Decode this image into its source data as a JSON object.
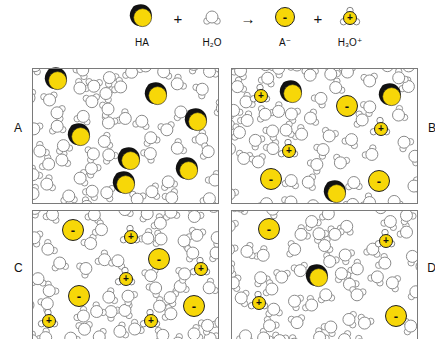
{
  "diagram": {
    "nodes": [
      {
        "text": [
          "-"
        ]
      },
      {
        "text": [
          "+"
        ]
      },
      {
        "text": [
          "A"
        ]
      },
      {
        "text": [
          "B"
        ]
      },
      {
        "text": [
          "C"
        ]
      },
      {
        "text": [
          "D"
        ]
      },
      {
        "text": [
          "+"
        ],
        "in": 3
      },
      {
        "text": [
          "-"
        ],
        "in": 3
      },
      {
        "text": [
          "+"
        ],
        "in": 3
      },
      {
        "text": [
          "+"
        ],
        "in": 3
      },
      {
        "text": [
          "-"
        ],
        "in": 3
      },
      {
        "text": [
          "-"
        ],
        "in": 3
      },
      {
        "text": [
          "-"
        ],
        "in": 4
      },
      {
        "text": [
          "+"
        ],
        "in": 4
      },
      {
        "text": [
          "-"
        ],
        "in": 4
      },
      {
        "text": [
          "+"
        ],
        "in": 4
      },
      {
        "text": [
          "+"
        ],
        "in": 4
      },
      {
        "text": [
          "-"
        ],
        "in": 4
      },
      {
        "text": [
          "-"
        ],
        "in": 4
      },
      {
        "text": [
          "+"
        ],
        "in": 4
      },
      {
        "text": [
          "+"
        ],
        "in": 4
      },
      {
        "text": [
          "-"
        ],
        "in": 5
      },
      {
        "text": [
          "+"
        ],
        "in": 5
      },
      {
        "text": [
          "+"
        ],
        "in": 5
      },
      {
        "text": [
          "-"
        ],
        "in": 5
      }
    ],
    "labels": [
      "HA",
      "+",
      "H₂O",
      "→",
      "A⁻",
      "+",
      "H₃O⁺"
    ]
  }
}
